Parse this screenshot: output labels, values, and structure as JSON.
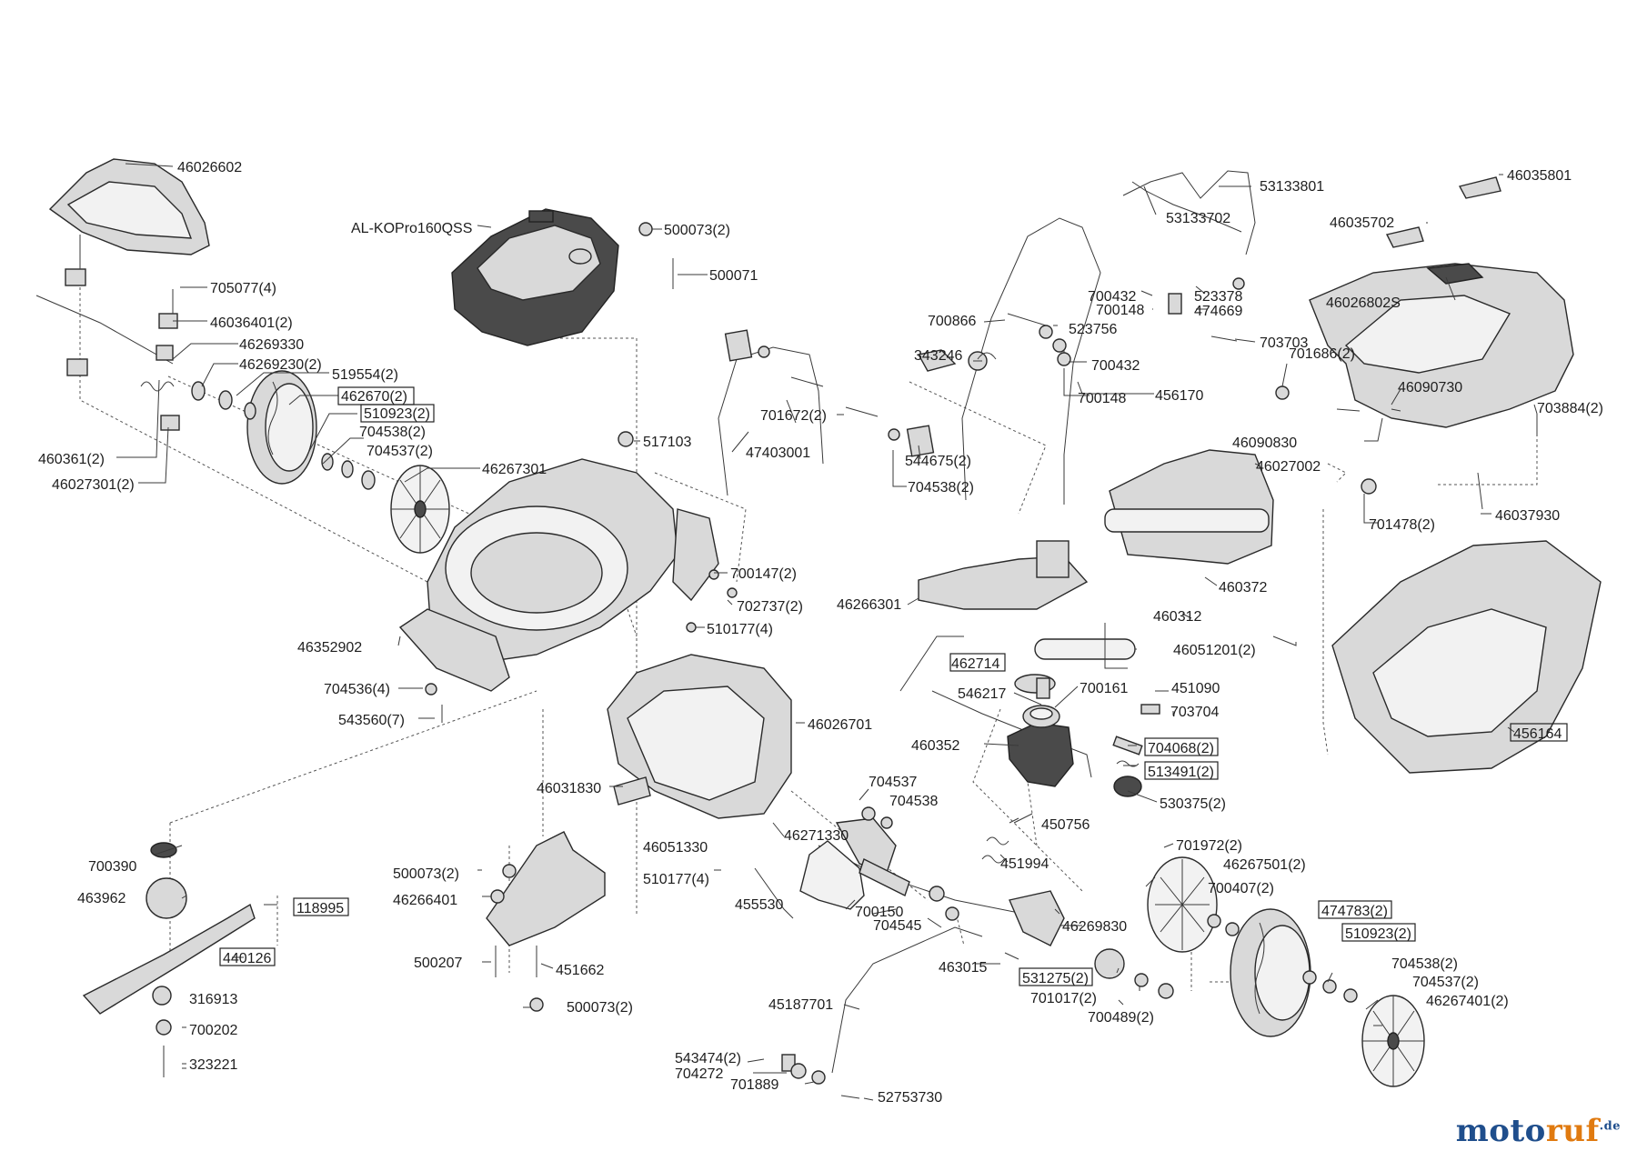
{
  "brand": {
    "part1": "moto",
    "part2": "ruf",
    "suffix": ".de"
  },
  "engine_label": "AL-KOPro160QSS",
  "labels": [
    {
      "id": "l1",
      "text": "46026602"
    },
    {
      "id": "l2",
      "text": "500073(2)"
    },
    {
      "id": "l3",
      "text": "500071"
    },
    {
      "id": "l4",
      "text": "705077(4)"
    },
    {
      "id": "l5",
      "text": "46036401(2)"
    },
    {
      "id": "l6",
      "text": "46269330"
    },
    {
      "id": "l7",
      "text": "46269230(2)"
    },
    {
      "id": "l8",
      "text": "519554(2)"
    },
    {
      "id": "l9",
      "text": "462670(2)",
      "boxed": true
    },
    {
      "id": "l10",
      "text": "510923(2)",
      "boxed": true
    },
    {
      "id": "l11",
      "text": "704538(2)"
    },
    {
      "id": "l12",
      "text": "704537(2)"
    },
    {
      "id": "l13",
      "text": "46267301"
    },
    {
      "id": "l14",
      "text": "460361(2)"
    },
    {
      "id": "l15",
      "text": "46027301(2)"
    },
    {
      "id": "l16",
      "text": "517103"
    },
    {
      "id": "l17",
      "text": "47403001"
    },
    {
      "id": "l18",
      "text": "701672(2)"
    },
    {
      "id": "l19",
      "text": "544675(2)"
    },
    {
      "id": "l20",
      "text": "704538(2)"
    },
    {
      "id": "l21",
      "text": "53133801"
    },
    {
      "id": "l22",
      "text": "53133702"
    },
    {
      "id": "l23",
      "text": "700432"
    },
    {
      "id": "l24",
      "text": "700148"
    },
    {
      "id": "l25",
      "text": "523378"
    },
    {
      "id": "l26",
      "text": "474669"
    },
    {
      "id": "l27",
      "text": "700866"
    },
    {
      "id": "l28",
      "text": "523756"
    },
    {
      "id": "l29",
      "text": "703703"
    },
    {
      "id": "l30",
      "text": "343246"
    },
    {
      "id": "l31",
      "text": "700432"
    },
    {
      "id": "l32",
      "text": "700148"
    },
    {
      "id": "l33",
      "text": "456170"
    },
    {
      "id": "l34",
      "text": "46035801"
    },
    {
      "id": "l35",
      "text": "46035702"
    },
    {
      "id": "l36",
      "text": "46026802S"
    },
    {
      "id": "l37",
      "text": "701686(2)"
    },
    {
      "id": "l38",
      "text": "46090730"
    },
    {
      "id": "l39",
      "text": "703884(2)"
    },
    {
      "id": "l40",
      "text": "46090830"
    },
    {
      "id": "l41",
      "text": "46027002"
    },
    {
      "id": "l42",
      "text": "701478(2)"
    },
    {
      "id": "l43",
      "text": "46037930"
    },
    {
      "id": "l44",
      "text": "700147(2)"
    },
    {
      "id": "l45",
      "text": "702737(2)"
    },
    {
      "id": "l46",
      "text": "510177(4)"
    },
    {
      "id": "l47",
      "text": "46266301"
    },
    {
      "id": "l48",
      "text": "460372"
    },
    {
      "id": "l49",
      "text": "460312"
    },
    {
      "id": "l50",
      "text": "46051201(2)"
    },
    {
      "id": "l51",
      "text": "46352902"
    },
    {
      "id": "l52",
      "text": "704536(4)"
    },
    {
      "id": "l53",
      "text": "543560(7)"
    },
    {
      "id": "l54",
      "text": "462714",
      "boxed": true
    },
    {
      "id": "l55",
      "text": "700161"
    },
    {
      "id": "l56",
      "text": "546217"
    },
    {
      "id": "l57",
      "text": "451090"
    },
    {
      "id": "l58",
      "text": "703704"
    },
    {
      "id": "l59",
      "text": "46026701"
    },
    {
      "id": "l60",
      "text": "460352"
    },
    {
      "id": "l61",
      "text": "704068(2)",
      "boxed": true
    },
    {
      "id": "l62",
      "text": "513491(2)",
      "boxed": true
    },
    {
      "id": "l63",
      "text": "456164",
      "boxed": true
    },
    {
      "id": "l64",
      "text": "46031830"
    },
    {
      "id": "l65",
      "text": "704537"
    },
    {
      "id": "l66",
      "text": "704538"
    },
    {
      "id": "l67",
      "text": "530375(2)"
    },
    {
      "id": "l68",
      "text": "450756"
    },
    {
      "id": "l69",
      "text": "46271330"
    },
    {
      "id": "l70",
      "text": "46051330"
    },
    {
      "id": "l71",
      "text": "451994"
    },
    {
      "id": "l72",
      "text": "700390"
    },
    {
      "id": "l73",
      "text": "500073(2)"
    },
    {
      "id": "l74",
      "text": "510177(4)"
    },
    {
      "id": "l75",
      "text": "701972(2)"
    },
    {
      "id": "l76",
      "text": "46267501(2)"
    },
    {
      "id": "l77",
      "text": "463962"
    },
    {
      "id": "l78",
      "text": "46266401"
    },
    {
      "id": "l79",
      "text": "455530"
    },
    {
      "id": "l80",
      "text": "700407(2)"
    },
    {
      "id": "l81",
      "text": "118995",
      "boxed": true
    },
    {
      "id": "l82",
      "text": "700150"
    },
    {
      "id": "l83",
      "text": "704545"
    },
    {
      "id": "l84",
      "text": "46269830"
    },
    {
      "id": "l85",
      "text": "474783(2)",
      "boxed": true
    },
    {
      "id": "l86",
      "text": "510923(2)",
      "boxed": true
    },
    {
      "id": "l87",
      "text": "440126",
      "boxed": true
    },
    {
      "id": "l88",
      "text": "500207"
    },
    {
      "id": "l89",
      "text": "451662"
    },
    {
      "id": "l90",
      "text": "463015"
    },
    {
      "id": "l91",
      "text": "531275(2)",
      "boxed": true
    },
    {
      "id": "l92",
      "text": "704538(2)"
    },
    {
      "id": "l93",
      "text": "704537(2)"
    },
    {
      "id": "l94",
      "text": "316913"
    },
    {
      "id": "l95",
      "text": "45187701"
    },
    {
      "id": "l96",
      "text": "701017(2)"
    },
    {
      "id": "l97",
      "text": "46267401(2)"
    },
    {
      "id": "l98",
      "text": "500073(2)"
    },
    {
      "id": "l99",
      "text": "700489(2)"
    },
    {
      "id": "l100",
      "text": "700202"
    },
    {
      "id": "l101",
      "text": "543474(2)"
    },
    {
      "id": "l102",
      "text": "704272"
    },
    {
      "id": "l103",
      "text": "701889"
    },
    {
      "id": "l104",
      "text": "52753730"
    },
    {
      "id": "l105",
      "text": "323221"
    }
  ]
}
